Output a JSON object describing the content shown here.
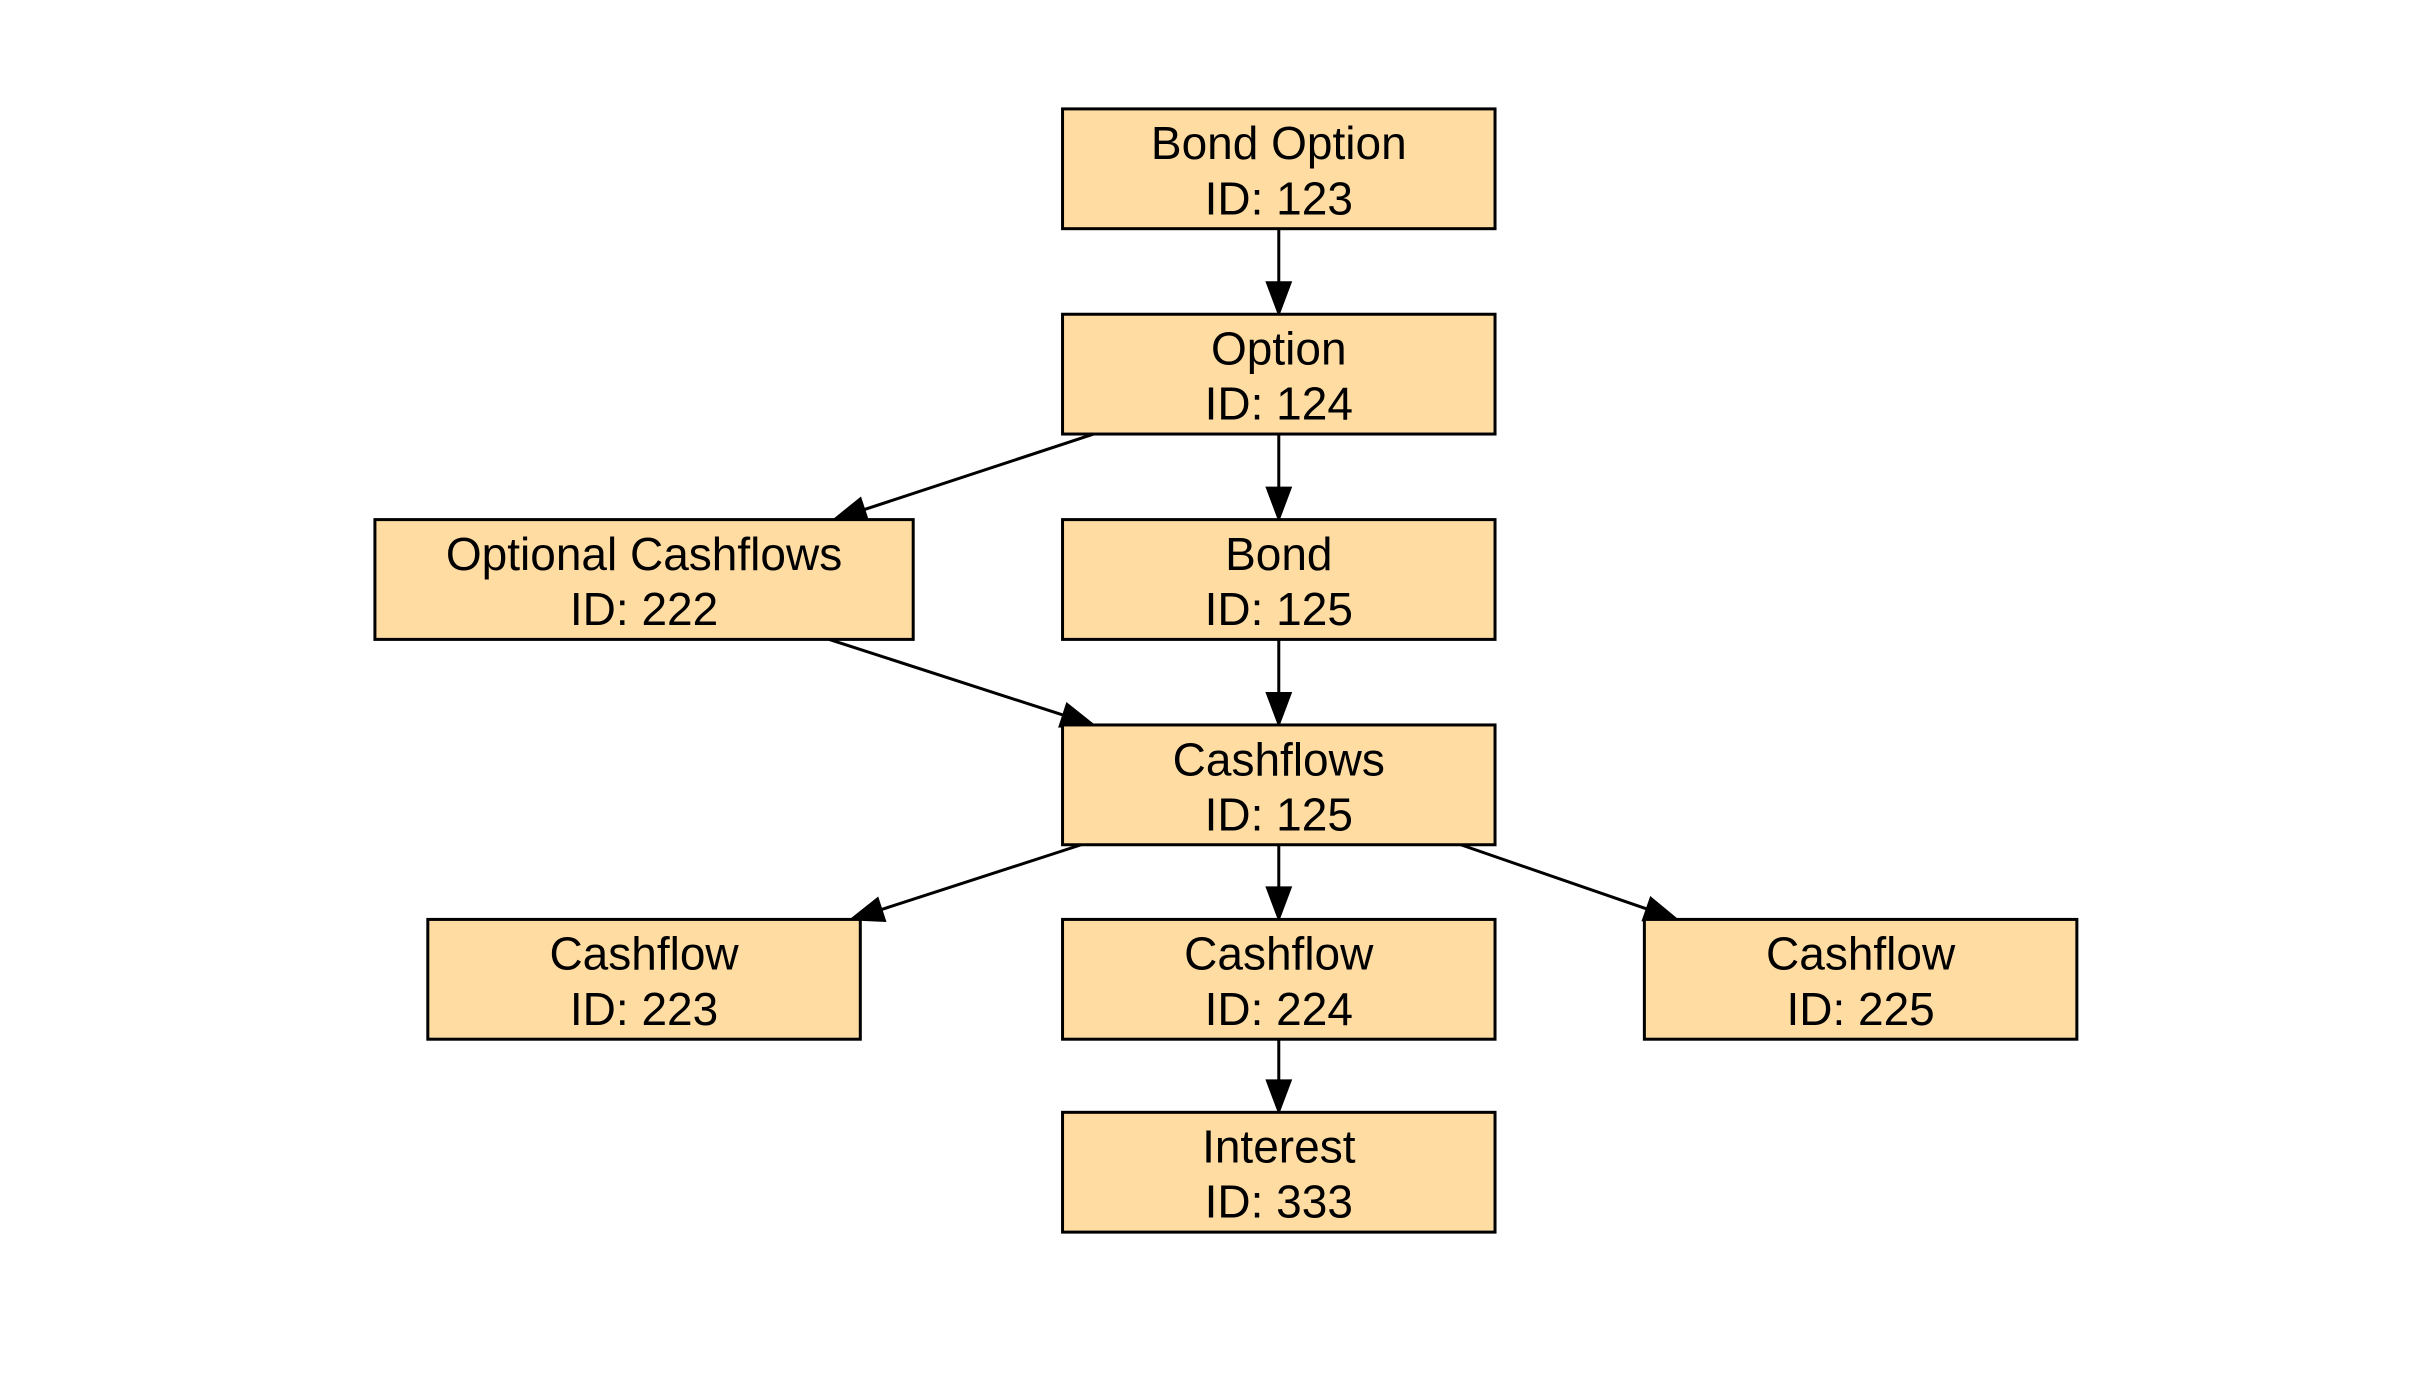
{
  "colors": {
    "node_fill": "#fedca2",
    "node_stroke": "#000000",
    "edge": "#000000",
    "background": "#ffffff"
  },
  "nodes": [
    {
      "key": "bond-option",
      "label": "Bond Option",
      "id_text": "ID: 123"
    },
    {
      "key": "option",
      "label": "Option",
      "id_text": "ID: 124"
    },
    {
      "key": "optional-cashflows",
      "label": "Optional Cashflows",
      "id_text": "ID: 222"
    },
    {
      "key": "bond",
      "label": "Bond",
      "id_text": "ID: 125"
    },
    {
      "key": "cashflows",
      "label": "Cashflows",
      "id_text": "ID: 125"
    },
    {
      "key": "cashflow-223",
      "label": "Cashflow",
      "id_text": "ID: 223"
    },
    {
      "key": "cashflow-224",
      "label": "Cashflow",
      "id_text": "ID: 224"
    },
    {
      "key": "cashflow-225",
      "label": "Cashflow",
      "id_text": "ID: 225"
    },
    {
      "key": "interest",
      "label": "Interest",
      "id_text": "ID: 333"
    }
  ],
  "edges": [
    {
      "from": "bond-option",
      "to": "option"
    },
    {
      "from": "option",
      "to": "optional-cashflows"
    },
    {
      "from": "option",
      "to": "bond"
    },
    {
      "from": "optional-cashflows",
      "to": "cashflows"
    },
    {
      "from": "bond",
      "to": "cashflows"
    },
    {
      "from": "cashflows",
      "to": "cashflow-223"
    },
    {
      "from": "cashflows",
      "to": "cashflow-224"
    },
    {
      "from": "cashflows",
      "to": "cashflow-225"
    },
    {
      "from": "cashflow-224",
      "to": "interest"
    }
  ]
}
